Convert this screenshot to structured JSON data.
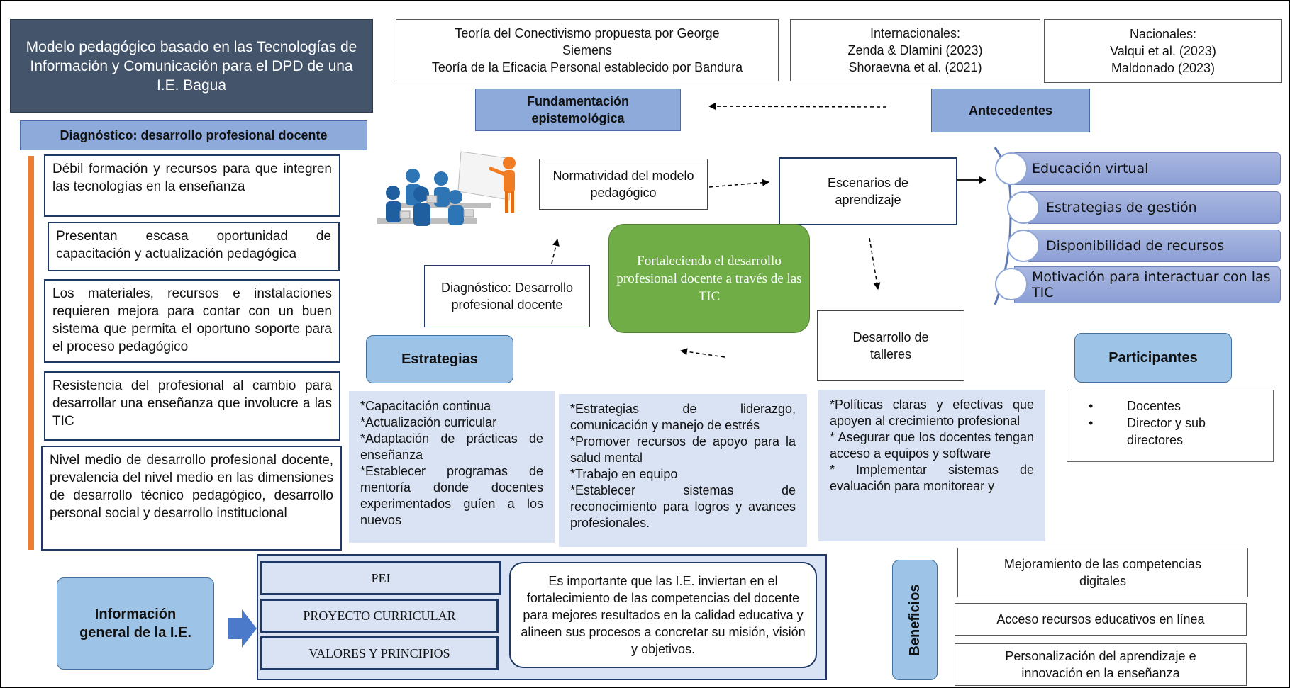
{
  "title": "Modelo pedagógico basado en las Tecnologías de Información y Comunicación para el DPD de una I.E. Bagua",
  "teoria": {
    "line1": "Teoría del Conectivismo propuesta por George Siemens",
    "line2": "Teoría de la Eficacia Personal establecido por Bandura"
  },
  "internacionales": {
    "heading": "Internacionales:",
    "refs": [
      "Zenda & Dlamini (2023)",
      "Shoraevna et al. (2021)"
    ]
  },
  "nacionales": {
    "heading": "Nacionales:",
    "refs": [
      "Valqui et al. (2023)",
      "Maldonado (2023)"
    ]
  },
  "fundamentacion": "Fundamentación epistemológica",
  "antecedentes": "Antecedentes",
  "diagnostico_header": "Diagnóstico: desarrollo profesional docente",
  "diagnostico_items": [
    "Débil formación y recursos para que integren las tecnologías en la enseñanza",
    "Presentan escasa oportunidad de capacitación y actualización pedagógica",
    "Los materiales, recursos e instalaciones requieren mejora para contar con un buen sistema que permita el oportuno soporte para el proceso pedagógico",
    "Resistencia del profesional al cambio para desarrollar una enseñanza que involucre a las TIC",
    "Nivel medio de desarrollo profesional docente, prevalencia del nivel medio en las dimensiones de desarrollo técnico pedagógico, desarrollo personal social y desarrollo institucional"
  ],
  "normatividad": "Normatividad del modelo pedagógico",
  "escenarios": "Escenarios de aprendizaje",
  "escenarios_list": [
    "Educación virtual",
    "Estrategias de gestión",
    "Disponibilidad de recursos",
    "Motivación para interactuar con las TIC"
  ],
  "centro": "Fortaleciendo el desarrollo profesional docente a través de las TIC",
  "diagnostico_box": "Diagnóstico: Desarrollo profesional docente",
  "talleres": "Desarrollo de talleres",
  "estrategias": "Estrategias",
  "participantes": "Participantes",
  "participantes_list": [
    "Docentes",
    "Director y sub directores"
  ],
  "panel1": [
    "*Capacitación continua",
    "*Actualización curricular",
    "*Adaptación de prácticas de enseñanza",
    "*Establecer programas de mentoría donde docentes experimentados guíen a los nuevos"
  ],
  "panel2": [
    "*Estrategias de liderazgo, comunicación y manejo de estrés",
    "*Promover recursos de apoyo para la salud mental",
    "*Trabajo en equipo",
    "*Establecer sistemas de reconocimiento para logros y avances profesionales."
  ],
  "panel3": [
    "*Políticas claras y efectivas que apoyen al crecimiento profesional",
    "* Asegurar que los docentes tengan acceso a equipos y software",
    "* Implementar sistemas de evaluación para monitorear y"
  ],
  "info_general": "Información general de la I.E.",
  "docs": [
    "PEI",
    "PROYECTO CURRICULAR",
    "VALORES Y PRINCIPIOS"
  ],
  "importante": "Es importante que las I.E. inviertan en el fortalecimiento de las competencias del docente para mejores resultados en la calidad educativa y alineen sus procesos a concretar su misión, visión y objetivos.",
  "beneficios": "Beneficios",
  "beneficios_list": [
    "Mejoramiento de las competencias digitales",
    "Acceso recursos educativos en línea",
    "Personalización del aprendizaje e innovación en la enseñanza"
  ],
  "colors": {
    "title_bg": "#44546a",
    "head_blue": "#8eaadb",
    "round_blue": "#9dc3e6",
    "panel_bg": "#dae3f3",
    "center_green": "#70ad47",
    "orange": "#ed7d31",
    "diag_border": "#1f3864"
  },
  "icons": {
    "classroom": "teacher-students-icon",
    "info_arrow": "arrow-right-icon"
  }
}
